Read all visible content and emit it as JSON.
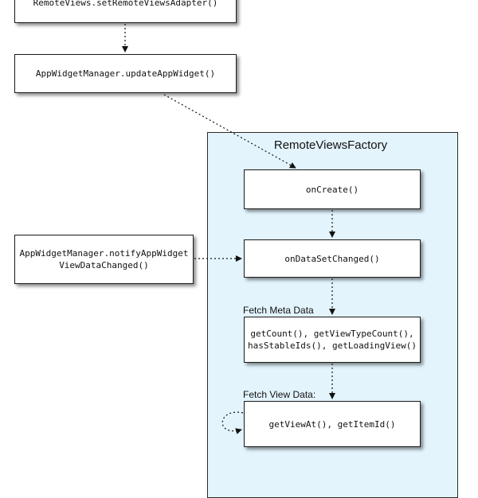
{
  "diagram": {
    "nodes": {
      "set_adapter": "RemoteViews.setRemoteViewsAdapter()",
      "update_widget": "AppWidgetManager.updateAppWidget()",
      "notify_changed": "AppWidgetManager.notifyAppWidget\nViewDataChanged()",
      "on_create": "onCreate()",
      "on_data_set_changed": "onDataSetChanged()",
      "meta_methods": "getCount(), getViewTypeCount(),\nhasStableIds(), getLoadingView()",
      "view_methods": "getViewAt(), getItemId()"
    },
    "container_title": "RemoteViewsFactory",
    "section_labels": {
      "meta": "Fetch Meta Data",
      "view": "Fetch View Data:"
    }
  },
  "colors": {
    "container_fill": "#e3f4fd",
    "border": "#1a1a1a",
    "edge": "#111111"
  }
}
